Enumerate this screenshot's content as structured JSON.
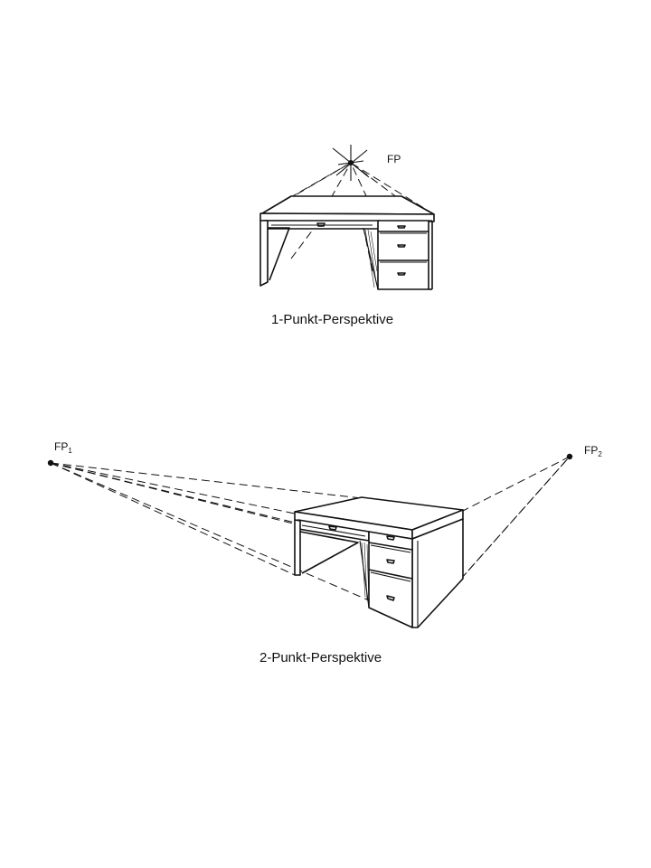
{
  "figures": [
    {
      "caption": "1-Punkt-Perspektive",
      "vanishing_points": [
        {
          "label": "FP",
          "subscript": ""
        }
      ]
    },
    {
      "caption": "2-Punkt-Perspektive",
      "vanishing_points": [
        {
          "label": "FP",
          "subscript": "1"
        },
        {
          "label": "FP",
          "subscript": "2"
        }
      ]
    }
  ]
}
